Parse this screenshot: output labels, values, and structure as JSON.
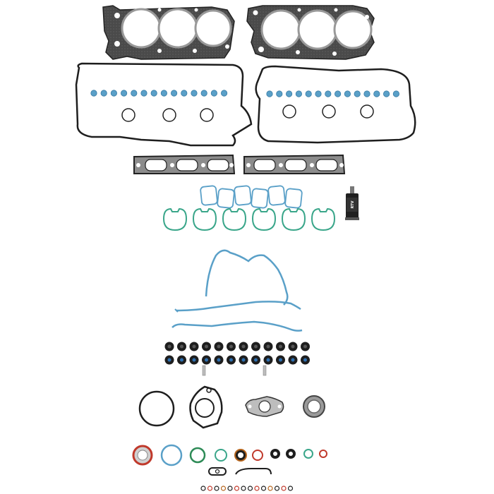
{
  "image": {
    "subject": "engine-head-gasket-set",
    "background": "#ffffff",
    "colors": {
      "steel": "#3a3a3a",
      "steel_light": "#d6d6d6",
      "rubber_black": "#1e1e1e",
      "seal_blue": "#5aa0c8",
      "seal_teal": "#3aa68a",
      "seal_green": "#2e8b57",
      "seal_red": "#c0392b",
      "seal_brown": "#b5651d",
      "stem_seal": "#2e6fb0",
      "gasket_gray": "#8c8c8c",
      "sealant_tube": "#202020"
    },
    "parts": {
      "head_gaskets": 2,
      "valve_cover_gaskets": 2,
      "spark_plug_tube_seals_per_cover": 3,
      "cam_seal_dots_per_cover": 14,
      "exhaust_manifold_gaskets": 2,
      "intake_runner_gaskets_upper": 6,
      "intake_runner_gaskets_lower": 6,
      "timing_cover_gaskets": 3,
      "valve_stem_seals_per_row": 12,
      "valve_stem_seal_rows": 2,
      "dowel_pins": 2,
      "small_orings": 14
    }
  }
}
